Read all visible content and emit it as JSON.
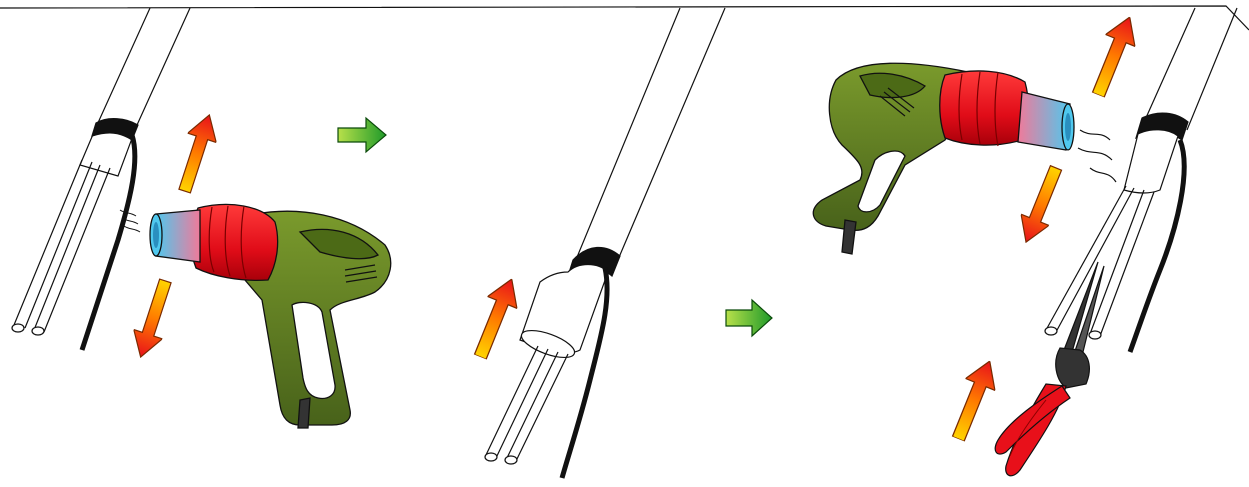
{
  "figure": {
    "steps": [
      "heat-shrink-before",
      "heat-shrink-after",
      "cable-breakout-with-pliers"
    ],
    "colors": {
      "cable_outline": "#111111",
      "sleeve_fill": "#ffffff",
      "gun_body": "#5c7a1e",
      "gun_body_dark": "#3f5612",
      "nozzle_red": "#e8101a",
      "nozzle_blue": "#5fd0f0",
      "arrow_hot_top": "#ff7a00",
      "arrow_hot_bottom": "#ffd400",
      "arrow_hot_red": "#e8101a",
      "arrow_green": "#2aa52a",
      "pliers_red": "#e8101a",
      "pliers_metal": "#222222"
    },
    "icons": [
      "heat-gun-icon",
      "pliers-icon",
      "direction-arrow-icon",
      "next-step-arrow-icon"
    ]
  }
}
